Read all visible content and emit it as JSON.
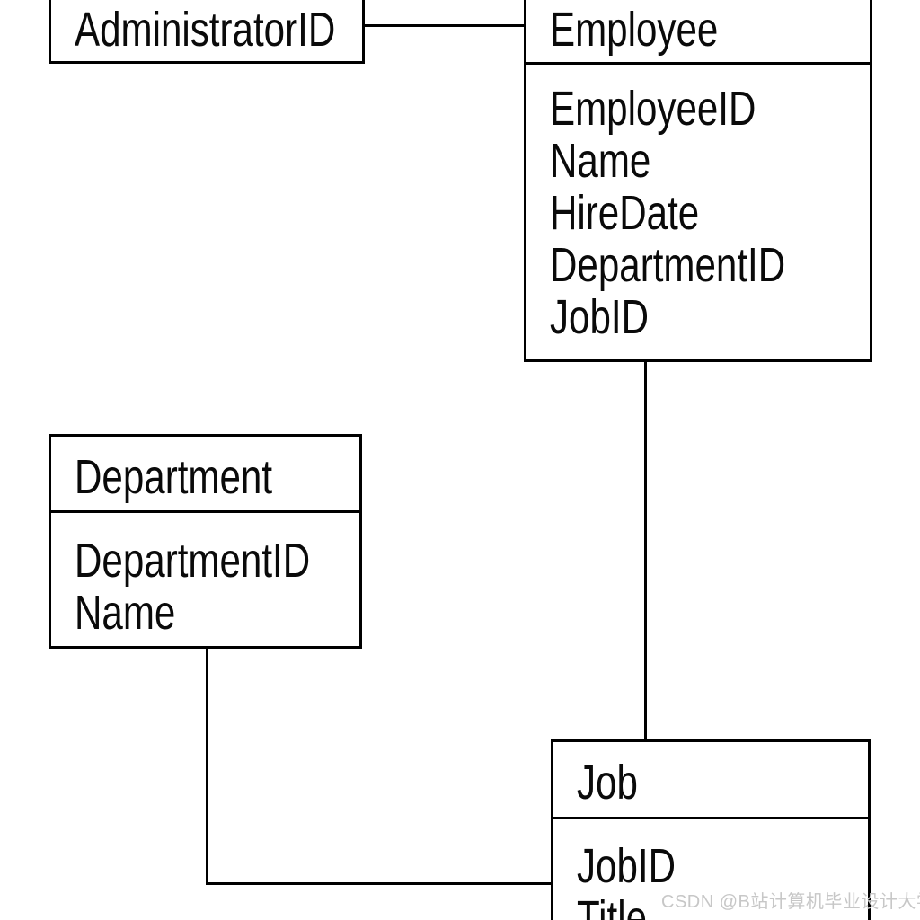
{
  "diagram_type": "entity-relationship",
  "colors": {
    "background": "#ffffff",
    "line": "#000000",
    "text": "#0a0a0a",
    "watermark": "#c7c7c7"
  },
  "entities": [
    {
      "id": "administrator",
      "title": "AdministratorID",
      "fields": []
    },
    {
      "id": "employee",
      "title": "Employee",
      "fields": [
        "EmployeeID",
        "Name",
        "HireDate",
        "DepartmentID",
        "JobID"
      ]
    },
    {
      "id": "department",
      "title": "Department",
      "fields": [
        "DepartmentID",
        "Name"
      ]
    },
    {
      "id": "job",
      "title": "Job",
      "fields": [
        "JobID",
        "Title"
      ]
    }
  ],
  "relationships": [
    {
      "from": "AdministratorID",
      "to": "Employee"
    },
    {
      "from": "Employee",
      "to": "Job"
    },
    {
      "from": "Department",
      "to": "Job"
    }
  ],
  "watermark": {
    "text": "CSDN @B站计算机毕业设计大学"
  }
}
